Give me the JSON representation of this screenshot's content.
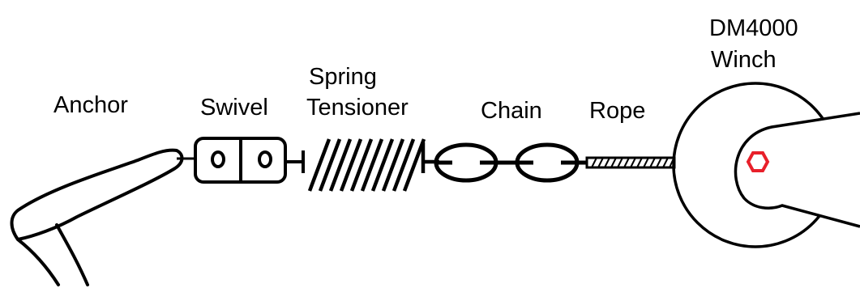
{
  "labels": {
    "anchor": "Anchor",
    "swivel": "Swivel",
    "spring_line1": "Spring",
    "spring_line2": "Tensioner",
    "chain": "Chain",
    "rope": "Rope",
    "winch_line1": "DM4000",
    "winch_line2": "Winch"
  },
  "colors": {
    "line": "#000000",
    "hub": "#e8202a",
    "background": "#ffffff"
  },
  "components": [
    "anchor",
    "swivel",
    "spring-tensioner",
    "chain",
    "rope",
    "winch"
  ]
}
